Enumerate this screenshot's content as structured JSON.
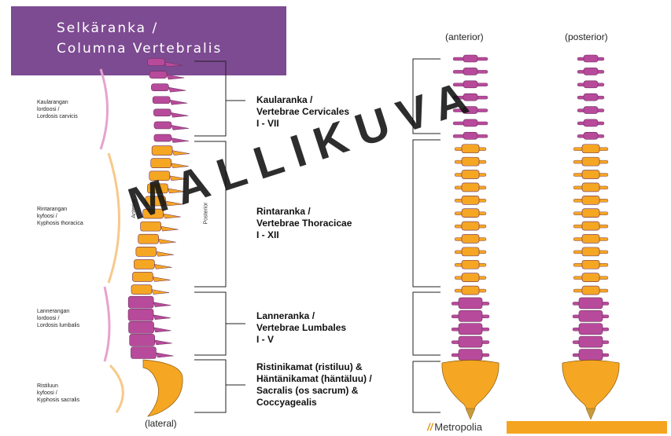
{
  "title": {
    "line1": "Selkäranka /",
    "line2": "Columna Vertebralis"
  },
  "curve_labels": {
    "cervical": [
      "Kaularangan",
      "lordoosi /",
      "Lordosis carvicis"
    ],
    "thoracic": [
      "Rintarangan",
      "kyfoosi /",
      "Kyphosis thoracica"
    ],
    "lumbar": [
      "Lannerangan",
      "lordoosi /",
      "Lordosis lumbalis"
    ],
    "sacral": [
      "Ristiluun",
      "kyfoosi /",
      "Kyphosis sacralis"
    ]
  },
  "side_labels": {
    "anterior": "Anterior",
    "posterior": "Posterior"
  },
  "sections": {
    "cervical": [
      "Kaularanka /",
      "Vertebrae Cervicales",
      "I - VII"
    ],
    "thoracic": [
      "Rintaranka /",
      "Vertebrae Thoracicae",
      "I - XII"
    ],
    "lumbar": [
      "Lanneranka /",
      "Vertebrae Lumbales",
      "I - V"
    ],
    "sacral": [
      "Ristinikamat (ristiluu) &",
      "Häntänikamat (häntäluu) /",
      "Sacralis (os sacrum) &",
      "Coccyagealis"
    ]
  },
  "views": {
    "lateral": "(lateral)",
    "anterior": "(anterior)",
    "posterior": "(posterior)"
  },
  "watermark": "MALLIKUVA",
  "logo": "Metropolia",
  "colors": {
    "title_bg": "#7d4b92",
    "cervical": "#b84a9b",
    "thoracic": "#f5a623",
    "lumbar": "#b84a9b",
    "sacral": "#f5a623",
    "curve_pink": "#e6a3cf",
    "curve_orange": "#f7c98a",
    "footer": "#f5a41f"
  }
}
